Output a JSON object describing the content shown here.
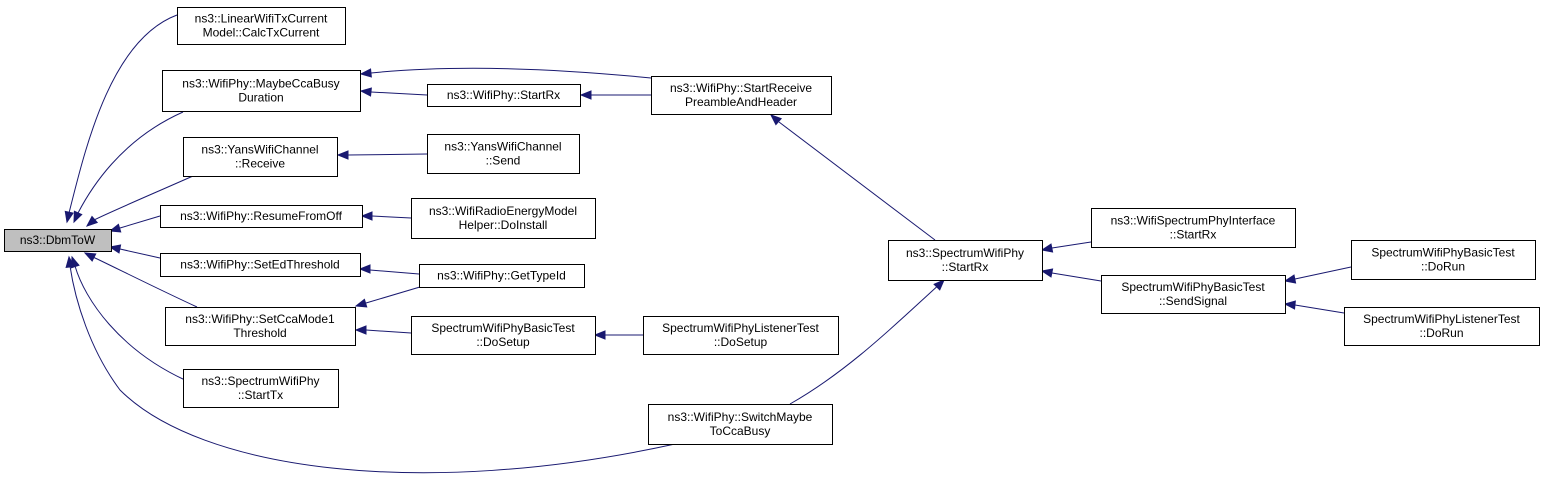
{
  "graph": {
    "edge_color": "#191970",
    "root_fill": "#bfbfbf",
    "nodes": {
      "dbmtow": [
        "ns3::DbmToW"
      ],
      "linear_calc": [
        "ns3::LinearWifiTxCurrent",
        "Model::CalcTxCurrent"
      ],
      "maybe_cca": [
        "ns3::WifiPhy::MaybeCcaBusy",
        "Duration"
      ],
      "yans_receive": [
        "ns3::YansWifiChannel",
        "::Receive"
      ],
      "resume_off": [
        "ns3::WifiPhy::ResumeFromOff"
      ],
      "set_ed": [
        "ns3::WifiPhy::SetEdThreshold"
      ],
      "set_cca": [
        "ns3::WifiPhy::SetCcaMode1",
        "Threshold"
      ],
      "spectrum_starttx": [
        "ns3::SpectrumWifiPhy",
        "::StartTx"
      ],
      "wifiphy_startrx": [
        "ns3::WifiPhy::StartRx"
      ],
      "yans_send": [
        "ns3::YansWifiChannel",
        "::Send"
      ],
      "radio_energy": [
        "ns3::WifiRadioEnergyModel",
        "Helper::DoInstall"
      ],
      "get_typeid": [
        "ns3::WifiPhy::GetTypeId"
      ],
      "basic_dosetup": [
        "SpectrumWifiPhyBasicTest",
        "::DoSetup"
      ],
      "start_receive": [
        "ns3::WifiPhy::StartReceive",
        "PreambleAndHeader"
      ],
      "listener_dosetup": [
        "SpectrumWifiPhyListenerTest",
        "::DoSetup"
      ],
      "switch_maybe": [
        "ns3::WifiPhy::SwitchMaybe",
        "ToCcaBusy"
      ],
      "spectrum_startrx": [
        "ns3::SpectrumWifiPhy",
        "::StartRx"
      ],
      "iface_startrx": [
        "ns3::WifiSpectrumPhyInterface",
        "::StartRx"
      ],
      "send_signal": [
        "SpectrumWifiPhyBasicTest",
        "::SendSignal"
      ],
      "basic_dorun": [
        "SpectrumWifiPhyBasicTest",
        "::DoRun"
      ],
      "listener_dorun": [
        "SpectrumWifiPhyListenerTest",
        "::DoRun"
      ]
    }
  }
}
